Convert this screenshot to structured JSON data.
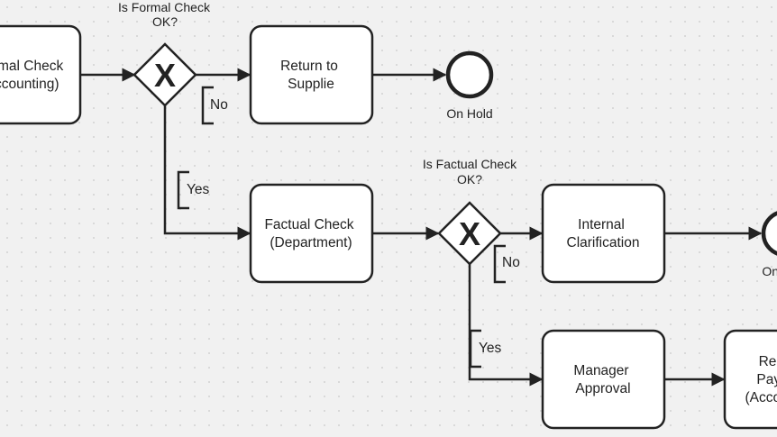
{
  "diagram": {
    "tasks": {
      "formal_check": [
        "Formal Check",
        "(Accounting)"
      ],
      "return_supplier": [
        "Return to",
        "Supplie"
      ],
      "factual_check": [
        "Factual Check",
        "(Department)"
      ],
      "internal_clarification": [
        "Internal",
        "Clarification"
      ],
      "manager_approval": [
        "Manager",
        "Approval"
      ],
      "release_payment": [
        "Release",
        "Payment",
        "(Accounting)"
      ]
    },
    "gateways": {
      "formal": {
        "label": [
          "Is Formal Check",
          "OK?"
        ],
        "marker": "X"
      },
      "factual": {
        "label": [
          "Is Factual Check",
          "OK?"
        ],
        "marker": "X"
      }
    },
    "end_events": {
      "on_hold_1": "On Hold",
      "on_hold_2": "On Hold"
    },
    "conditions": {
      "formal_no": "No",
      "formal_yes": "Yes",
      "factual_no": "No",
      "factual_yes": "Yes"
    },
    "colors": {
      "stroke": "#222222",
      "background": "#f1f1f1",
      "shape_fill": "#ffffff"
    }
  }
}
